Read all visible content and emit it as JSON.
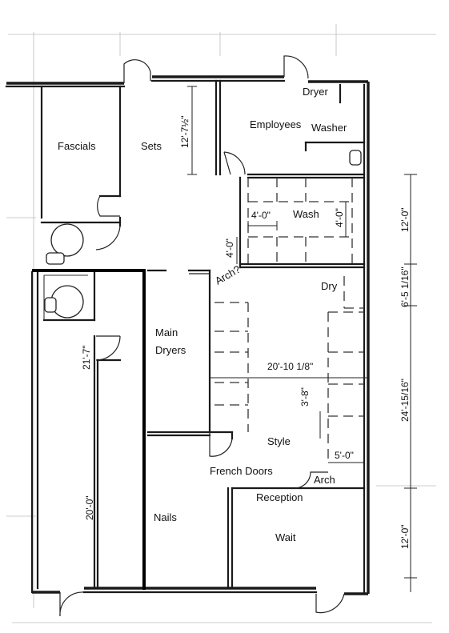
{
  "rooms": {
    "fascials": "Fascials",
    "sets": "Sets",
    "employees": "Employees",
    "dryer": "Dryer",
    "washer": "Washer",
    "wash": "Wash",
    "dry": "Dry",
    "arch_q": "Arch?",
    "main": "Main",
    "dryers": "Dryers",
    "style": "Style",
    "french_doors": "French Doors",
    "arch": "Arch",
    "reception": "Reception",
    "nails": "Nails",
    "wait": "Wait"
  },
  "dimensions": {
    "sets_h": "12'-7½\"",
    "wash_w": "4'-0\"",
    "wash_v": "4'-0\"",
    "left_v": "4'-0\"",
    "right_top": "12'-0\"",
    "right_mid": "6'-5 1/16\"",
    "right_big": "24'-15/16\"",
    "right_bottom": "12'-0\"",
    "main_w": "20'-10 1/8\"",
    "style_v": "3'-8\"",
    "style_w": "5'-0\"",
    "left_mid": "21'-7\"",
    "left_low": "20'-0\""
  }
}
